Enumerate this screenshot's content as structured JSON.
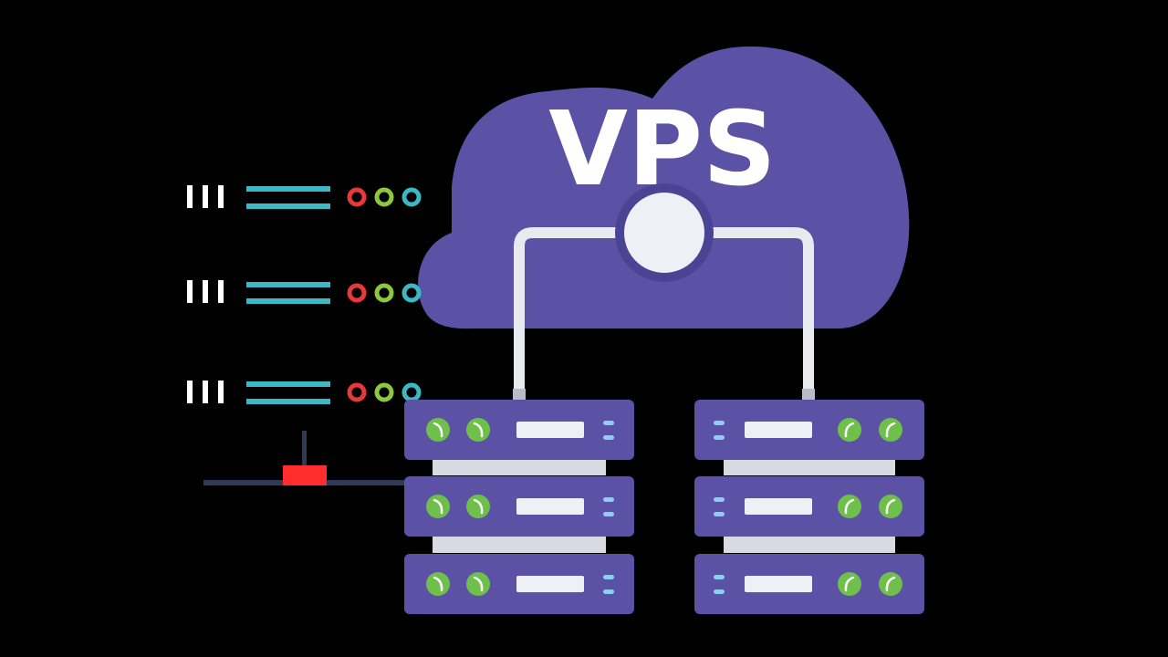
{
  "title": "VPS",
  "colors": {
    "background": "#000000",
    "cloud": "#5b52a6",
    "hub": "#eef0f5",
    "hub_ring": "#4b4394",
    "connector": "#e8eaef",
    "connector_cap": "#b9bcc8",
    "server_unit": "#5b52a6",
    "server_gap": "#d8dae1",
    "led_green": "#6ec04b",
    "led_blue": "#8ecff0",
    "drive_slot": "#eef0f5",
    "status_red": "#e63a3a",
    "status_green": "#8dc63f",
    "status_teal": "#3cb7c4",
    "line_teal": "#3cb7c4",
    "network_line": "#2f3a57",
    "network_node": "#ff2d2d",
    "bars": "#ffffff"
  },
  "status_rows": [
    {
      "bars": 3,
      "lines": 2,
      "indicators": [
        "red",
        "green",
        "teal"
      ]
    },
    {
      "bars": 3,
      "lines": 2,
      "indicators": [
        "red",
        "green",
        "teal"
      ]
    },
    {
      "bars": 3,
      "lines": 2,
      "indicators": [
        "red",
        "green",
        "teal"
      ]
    }
  ],
  "server_racks": [
    {
      "side": "left",
      "units": 3,
      "leds_per_unit": 2,
      "indicator_dots": 2
    },
    {
      "side": "right",
      "units": 3,
      "leds_per_unit": 2,
      "indicator_dots": 2
    }
  ],
  "icons": [
    "cloud-icon",
    "server-rack-icon",
    "network-node-icon",
    "status-indicator-icon"
  ]
}
